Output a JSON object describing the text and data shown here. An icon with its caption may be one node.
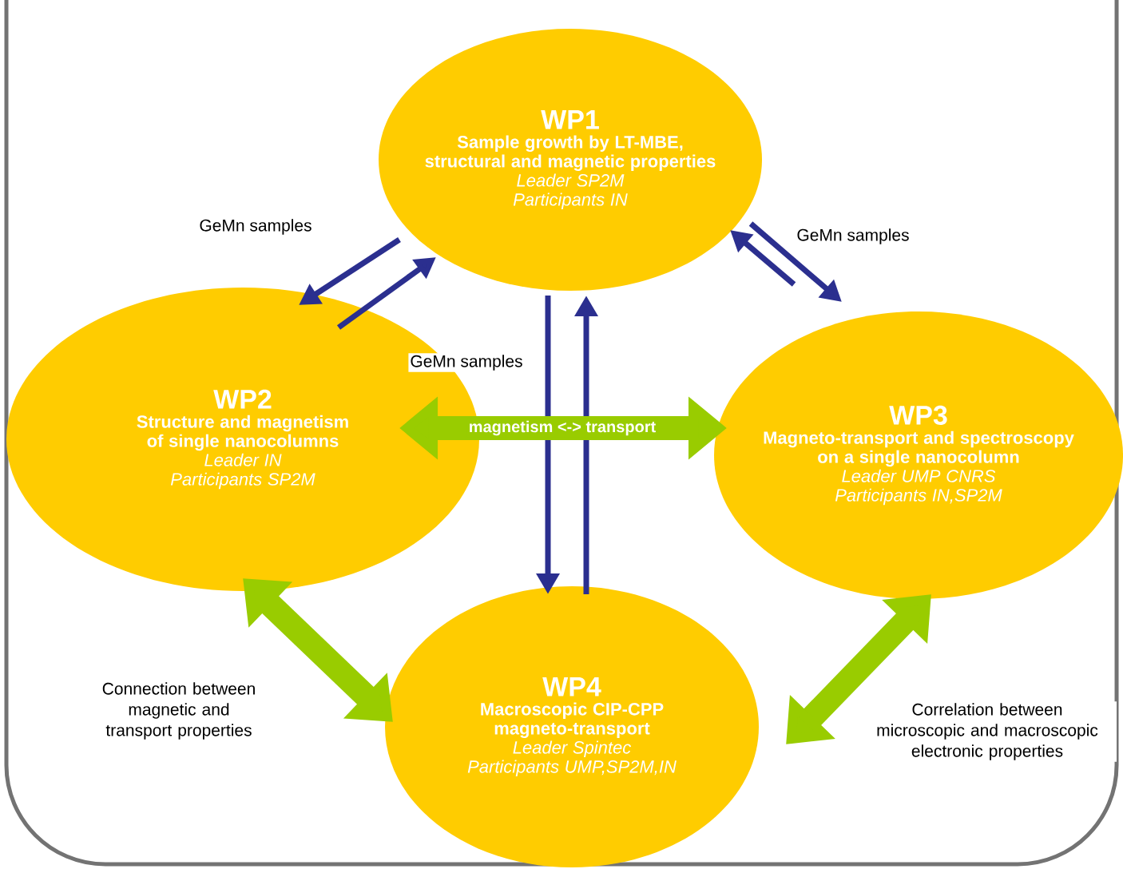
{
  "diagram": {
    "nodes": [
      {
        "text": [
          "WP1",
          "Sample growth by LT-MBE, structural and magnetic properties",
          "Leader SP2M",
          "Participants IN"
        ]
      },
      {
        "text": [
          "WP2",
          "Structure and magnetism of single nanocolumns",
          "Leader IN",
          "Participants SP2M"
        ]
      },
      {
        "text": [
          "WP3",
          "Magneto-transport and spectroscopy on a single nanocolumn",
          "Leader UMP CNRS",
          "Participants IN,SP2M"
        ]
      },
      {
        "text": [
          "WP4",
          "Macroscopic CIP-CPP magneto-transport",
          "Leader Spintec",
          "Participants UMP,SP2M,IN"
        ]
      }
    ],
    "edges": [
      {
        "from": 0,
        "to": 1,
        "arrow": "to",
        "label": "GeMn samples"
      },
      {
        "from": 1,
        "to": 0,
        "arrow": "to"
      },
      {
        "from": 0,
        "to": 2,
        "arrow": "to",
        "label": "GeMn samples"
      },
      {
        "from": 2,
        "to": 0,
        "arrow": "to"
      },
      {
        "from": 0,
        "to": 3,
        "arrow": "to",
        "label": "GeMn samples"
      },
      {
        "from": 3,
        "to": 0,
        "arrow": "to"
      },
      {
        "from": 1,
        "to": 2,
        "arrow": "both",
        "label": "magnetism <-> transport",
        "style": "thick",
        "color": "#99cc00"
      },
      {
        "from": 1,
        "to": 3,
        "arrow": "both",
        "label": "Connection between magnetic and transport properties",
        "style": "thick",
        "color": "#99cc00"
      },
      {
        "from": 2,
        "to": 3,
        "arrow": "both",
        "label": "Correlation between microscopic and macroscopic electronic properties",
        "style": "thick",
        "color": "#99cc00"
      }
    ]
  }
}
